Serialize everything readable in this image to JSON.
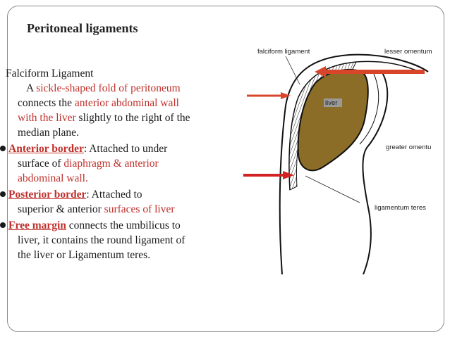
{
  "title": "Peritoneal ligaments",
  "heading": "Falciform Ligament",
  "intro": {
    "p1": "A ",
    "p2": "sickle-shaped fold of peritoneum",
    "p3": "connects the ",
    "p4": "anterior abdominal wall",
    "p5": "with the liver",
    "p6": " slightly to the right of the",
    "p7": "median plane."
  },
  "bullets": [
    {
      "term": "Anterior border",
      "a": ": Attached to under",
      "b": "surface of ",
      "c": "diaphragm & anterior",
      "d": "abdominal wall."
    },
    {
      "term": "Posterior border",
      "a": ": Attached to",
      "b": "superior & anterior  ",
      "c": "surfaces of liver"
    },
    {
      "term": "Free margin",
      "a": " connects the umbilicus to",
      "b": "liver, it contains the round ligament of",
      "c": "the liver or Ligamentum teres."
    }
  ],
  "diagram": {
    "labels": {
      "falciform": "falciform ligament",
      "lesser": "lesser omentum",
      "liver": "liver",
      "greater": "greater omentu",
      "teres": "ligamentum teres"
    },
    "colors": {
      "liver": "#8b6d27",
      "arrow": "#d9452a",
      "outline": "#111111"
    }
  }
}
